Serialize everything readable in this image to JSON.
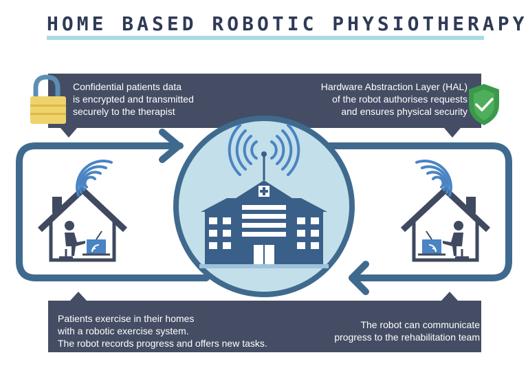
{
  "title": "HOME BASED ROBOTIC PHYSIOTHERAPY",
  "callouts": {
    "top_left": {
      "lines": [
        "Confidential patients data",
        "is encrypted and transmitted",
        "securely to the therapist"
      ]
    },
    "top_right": {
      "lines": [
        "Hardware Abstraction Layer (HAL)",
        "of the robot authorises requests",
        "and ensures physical security"
      ]
    },
    "bottom_left": {
      "lines": [
        "Patients exercise in their homes",
        "with a robotic exercise system.",
        "The robot records progress and offers new tasks."
      ]
    },
    "bottom_right": {
      "lines": [
        "The robot can communicate",
        "progress to the rehabilitation team"
      ]
    }
  },
  "colors": {
    "panel": "#454d64",
    "loop": "#3f6a8e",
    "circle_fill": "#c3dfe9",
    "building_dark": "#3a5f88",
    "building_light": "#9fc2dd",
    "signal": "#4a84c3",
    "lock": "#efd36a",
    "shield": "#3a9a4a",
    "house_line": "#3f4a60",
    "underline": "#a9dbe6",
    "title": "#2f3a56"
  },
  "icons": {
    "lock": "padlock-icon",
    "shield": "shield-check-icon",
    "hospital": "hospital-building-icon",
    "house_left": "house-patient-icon",
    "house_right": "house-patient-icon",
    "wifi": "wifi-signal-icon"
  }
}
